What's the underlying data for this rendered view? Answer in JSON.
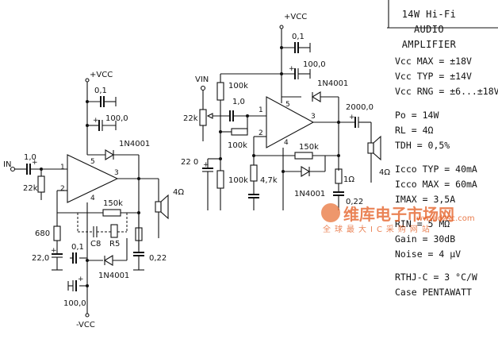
{
  "title": {
    "line1": "14W Hi-Fi AUDIO",
    "line2": "AMPLIFIER"
  },
  "specs": [
    "Vcc MAX = ±18V",
    "Vcc TYP = ±14V",
    "Vcc RNG = ±6...±18V",
    "Po = 14W",
    "RL = 4Ω",
    "TDH = 0,5%",
    "Icco TYP = 40mA",
    "Icco MAX = 60mA",
    "IMAX = 3,5A",
    "RIN = 5 MΩ",
    "Gain = 30dB",
    "Noise = 4 µV",
    "RTHJ-C = 3 °C/W",
    "Case PENTAWATT"
  ],
  "left_circuit": {
    "supply_pos": "+VCC",
    "supply_neg": "-VCC",
    "input_label": "IN",
    "c_in": "1,0",
    "r_in": "22k",
    "c_top1": "0,1",
    "c_top2": "100,0",
    "diode_top": "1N4001",
    "r_fb": "150k",
    "c8": "C8",
    "r5": "R5",
    "r_680": "680",
    "c_22": "22,0",
    "c_bot1": "0,1",
    "c_bot2": "100,0",
    "diode_bot": "1N4001",
    "c_out": "0,22",
    "speaker": "4Ω",
    "pins": [
      "1",
      "2",
      "3",
      "4",
      "5"
    ]
  },
  "right_circuit": {
    "supply": "+VCC",
    "input_label": "VIN",
    "c_top1": "0,1",
    "c_top2": "100,0",
    "r_div1": "100k",
    "r_pot": "22k",
    "c_in": "1,0",
    "r_bias": "100k",
    "c_22": "22 0",
    "r_div2": "100k",
    "r_47k": "4,7k",
    "r_fb": "150k",
    "diode_top": "1N4001",
    "diode_bot": "1N4001",
    "c_out": "2000,0",
    "r_1ohm": "1Ω",
    "c_022": "0,22",
    "speaker": "4Ω",
    "pins": [
      "1",
      "2",
      "3",
      "4",
      "5"
    ]
  },
  "watermark": {
    "cn": "维库电子市场网",
    "url": "www.dzsc.com",
    "sub": "全球最大IC采购网站"
  }
}
